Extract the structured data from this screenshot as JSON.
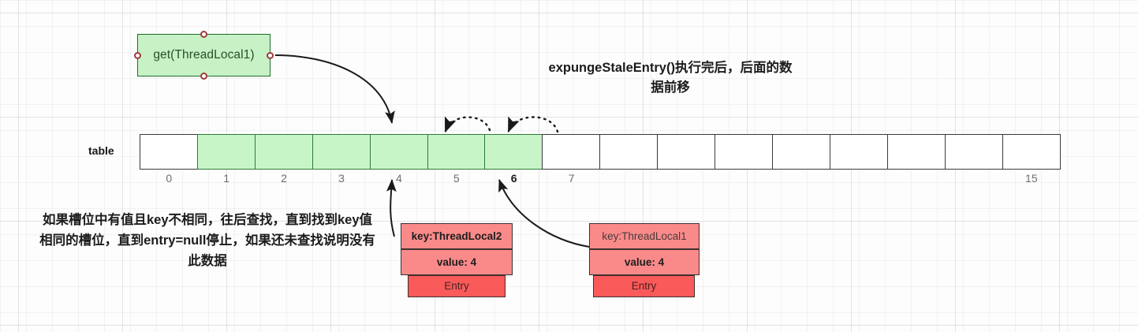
{
  "diagram": {
    "title": "expungeStaleEntry()执行完后，后面的数据前移",
    "note": "如果槽位中有值且key不相同，往后查找，直到找到key值相同的槽位，直到entry=null停止，如果还未查找说明没有此数据",
    "get_box": {
      "label": "get(ThreadLocal1)"
    },
    "table": {
      "label": "table",
      "cells": [
        {
          "index": "0",
          "filled": false
        },
        {
          "index": "1",
          "filled": true
        },
        {
          "index": "2",
          "filled": true
        },
        {
          "index": "3",
          "filled": true
        },
        {
          "index": "4",
          "filled": true
        },
        {
          "index": "5",
          "filled": true
        },
        {
          "index": "6",
          "filled": true
        },
        {
          "index": "7",
          "filled": false
        },
        {
          "index": "",
          "filled": false
        },
        {
          "index": "",
          "filled": false
        },
        {
          "index": "",
          "filled": false
        },
        {
          "index": "",
          "filled": false
        },
        {
          "index": "",
          "filled": false
        },
        {
          "index": "",
          "filled": false
        },
        {
          "index": "",
          "filled": false
        },
        {
          "index": "15",
          "filled": false
        }
      ],
      "highlighted_index": "6"
    },
    "entries": [
      {
        "key": "key:ThreadLocal2",
        "value": "value: 4",
        "footer": "Entry"
      },
      {
        "key": "key:ThreadLocal1",
        "value": "value: 4",
        "footer": "Entry"
      }
    ],
    "colors": {
      "cell_filled": "#c8f5c8",
      "cell_empty": "#ffffff",
      "get_box_fill": "#c6f2c6",
      "get_box_border": "#1f6b2a",
      "entry_kv_fill": "#fa8a8a",
      "entry_footer_fill": "#fa5a5a",
      "connector_border": "#9e3a3a",
      "text": "#1c1c1c"
    }
  }
}
